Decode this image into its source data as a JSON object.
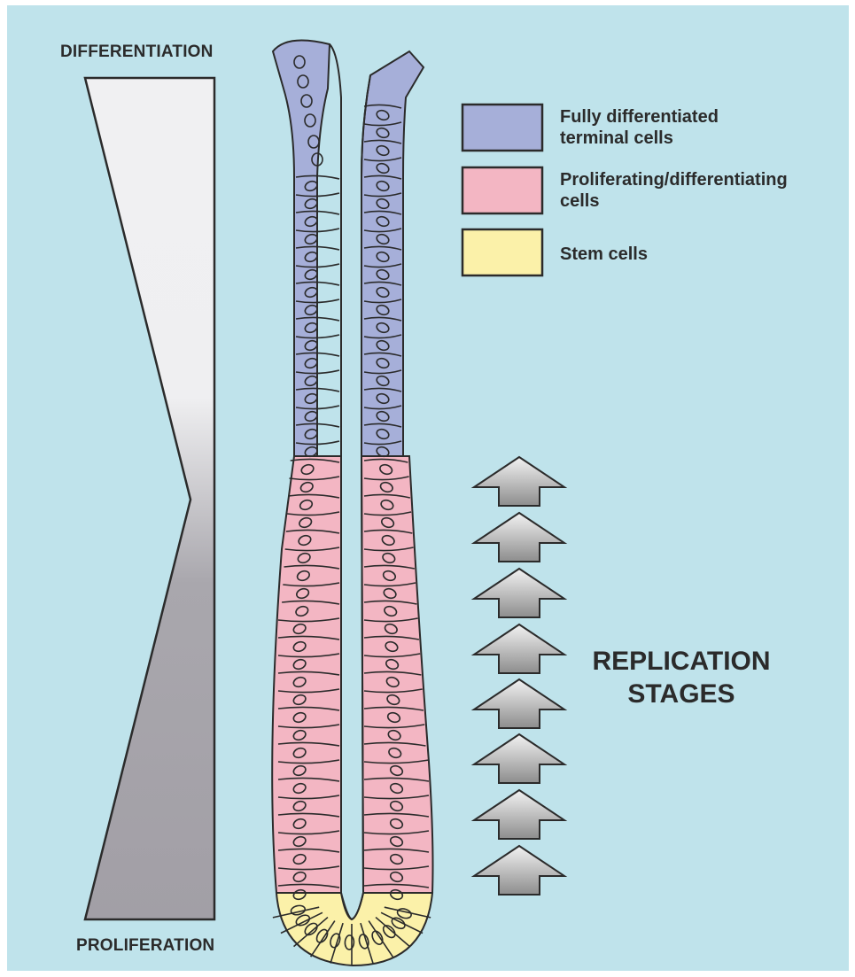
{
  "labels": {
    "differentiation": "DIFFERENTIATION",
    "proliferation": "PROLIFERATION",
    "replication_line1": "REPLICATION",
    "replication_line2": "STAGES"
  },
  "legend": [
    {
      "line1": "Fully differentiated",
      "line2": "terminal cells",
      "color": "#a6afd9"
    },
    {
      "line1": "Proliferating/differentiating",
      "line2": "cells",
      "color": "#f3b6c3"
    },
    {
      "line1": "Stem cells",
      "line2": "",
      "color": "#fbf1a9"
    }
  ],
  "colors": {
    "background": "#bfe3eb",
    "terminal": "#a6afd9",
    "proliferating": "#f3b6c3",
    "stem": "#fbf1a9",
    "outline": "#2b2b2b"
  },
  "icons": {
    "arrow": "up-arrow-icon"
  }
}
